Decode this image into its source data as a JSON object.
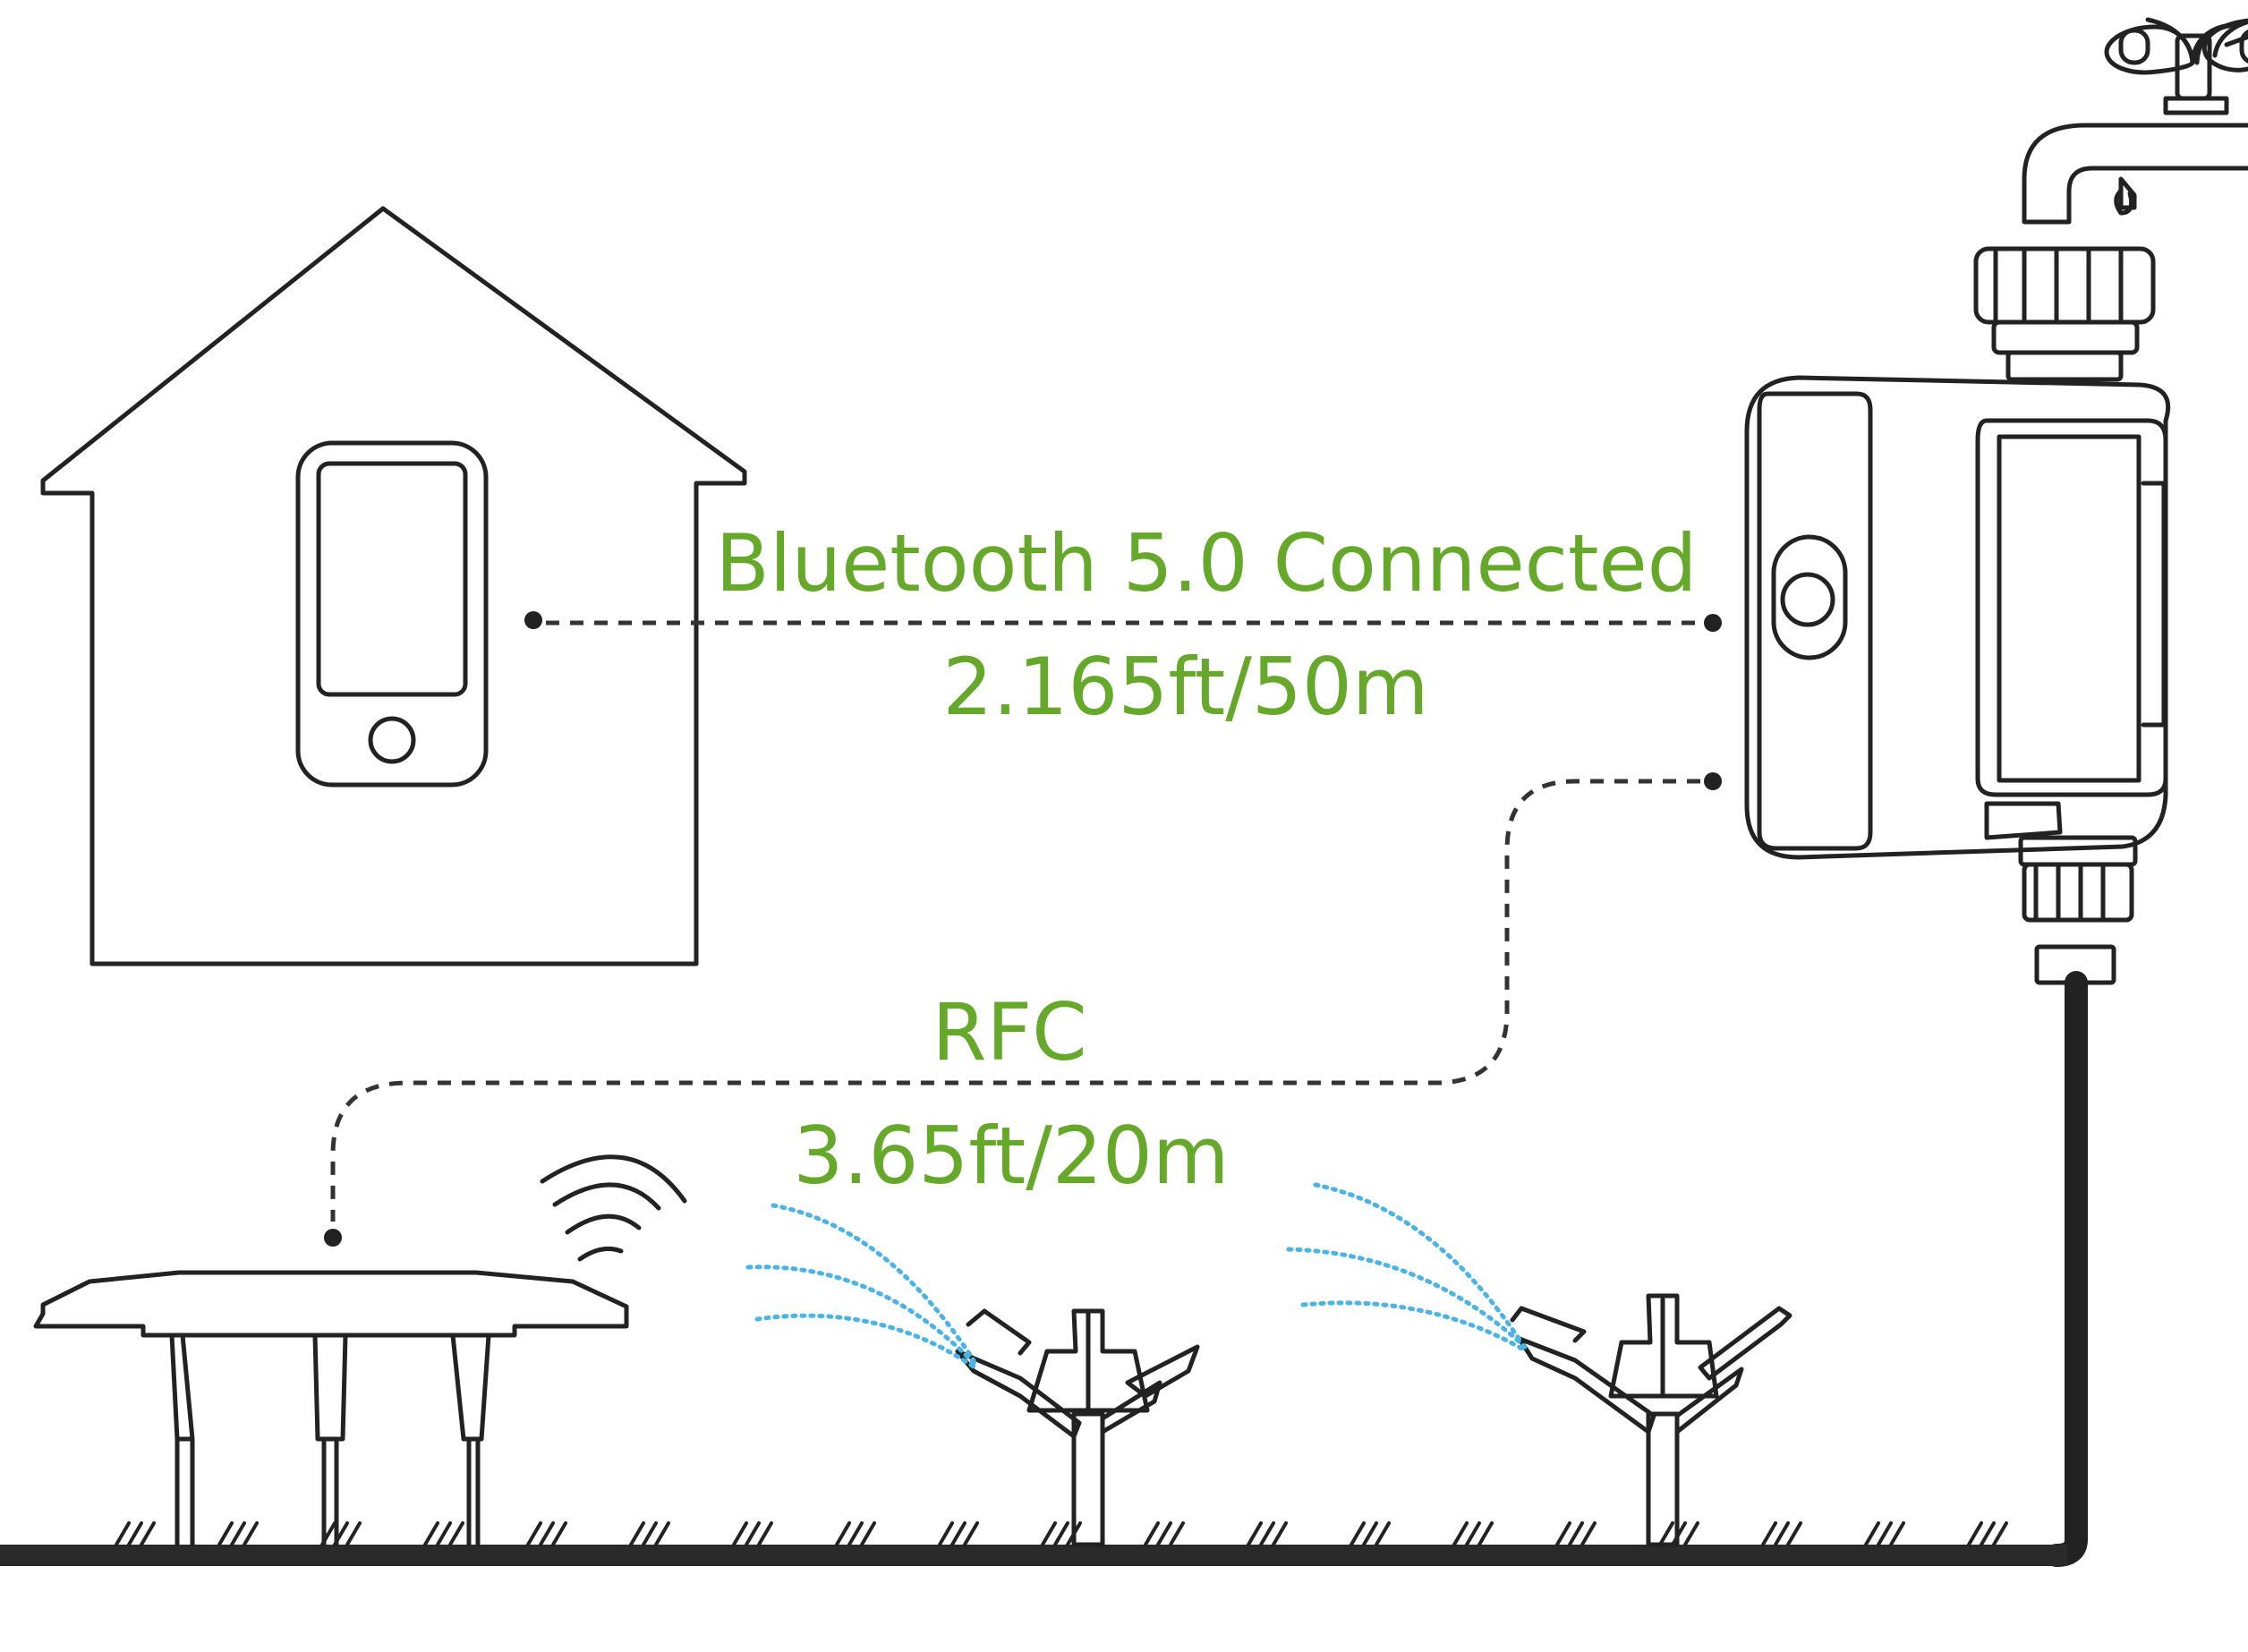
{
  "colors": {
    "label_green": "#66a82a",
    "line_ink": "#222222",
    "spray_blue": "#4ab3e8",
    "ground": "#2a2a2a"
  },
  "bluetooth": {
    "title": "Bluetooth 5.0 Connected",
    "range": "2.165ft/50m"
  },
  "rfc": {
    "title": "RFC",
    "range": "3.65ft/20m"
  },
  "icons": [
    "house-icon",
    "phone-icon",
    "faucet-icon",
    "water-timer-icon",
    "gateway-icon",
    "wifi-signal-icon",
    "sprinkler-icon",
    "grass-icon"
  ]
}
